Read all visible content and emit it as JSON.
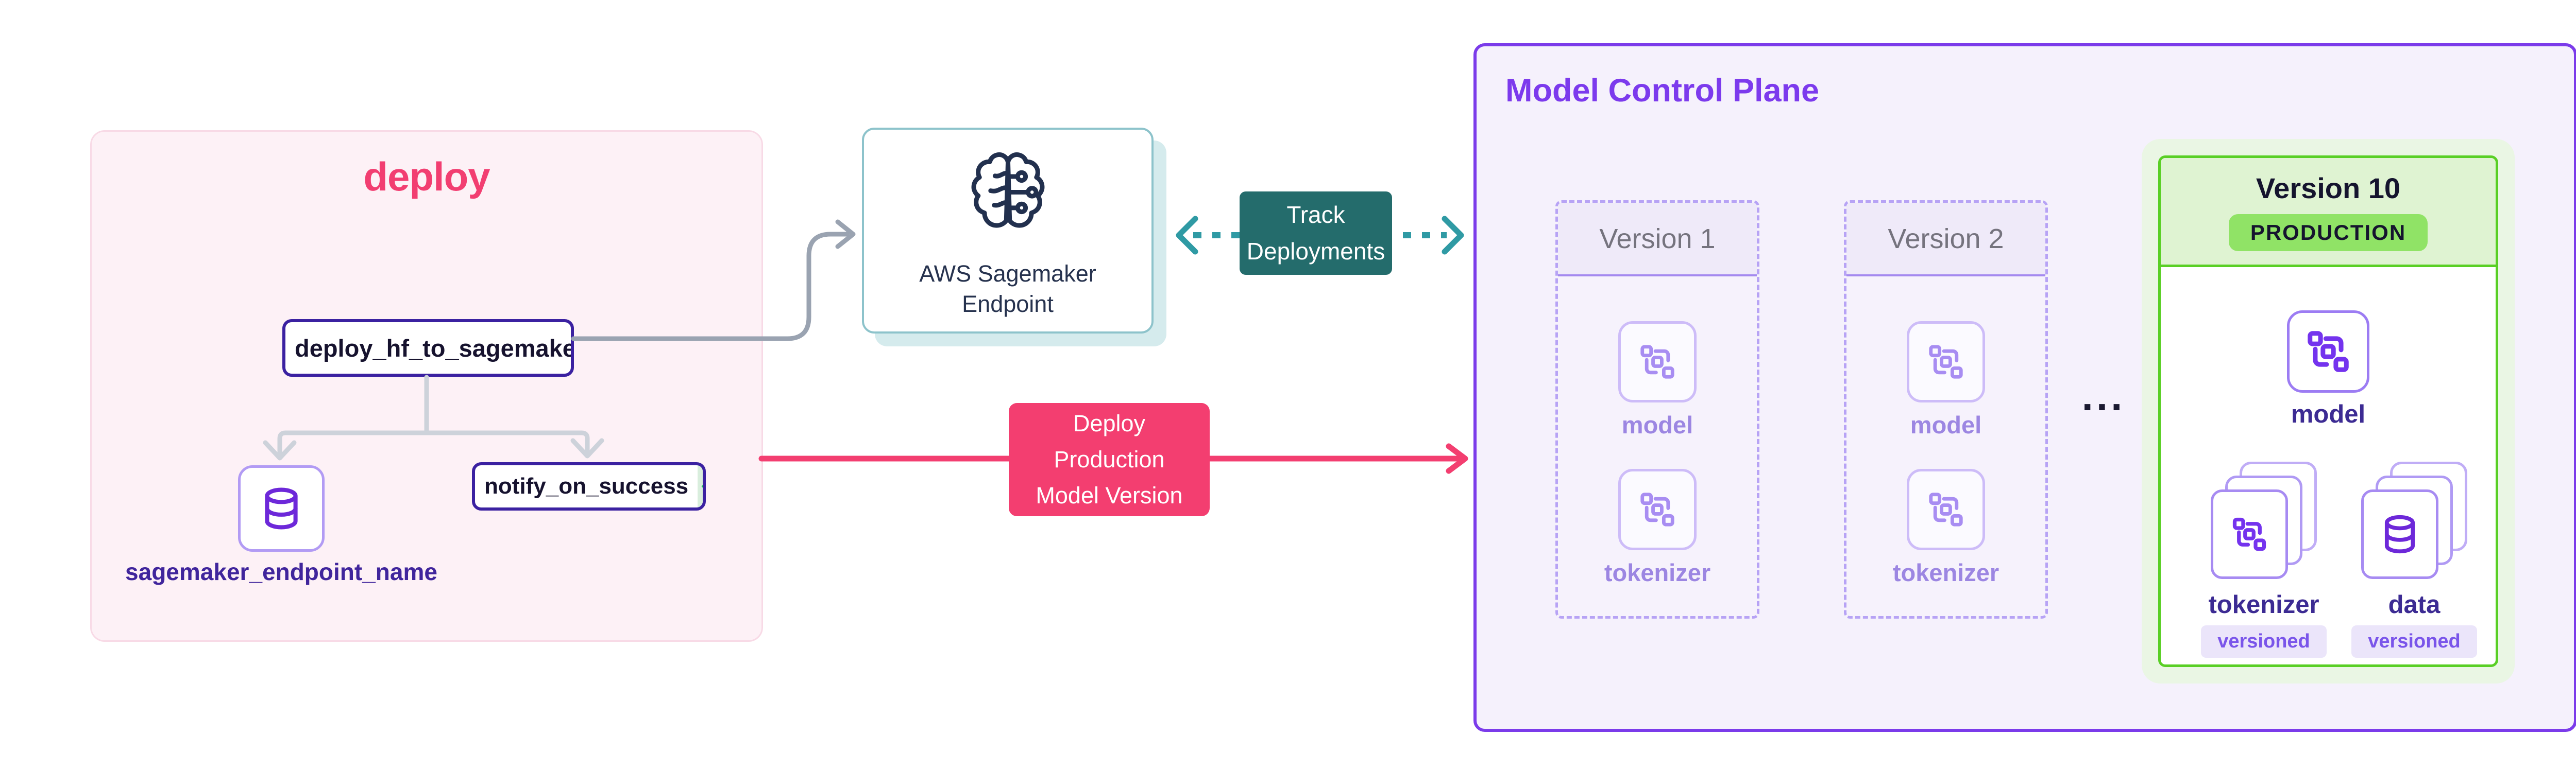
{
  "deploy_panel": {
    "title": "deploy",
    "steps": [
      {
        "label": "deploy_hf_to_sagemaker"
      },
      {
        "label": "notify_on_success"
      }
    ],
    "artifact_label": "sagemaker_endpoint_name"
  },
  "aws_card": {
    "line1": "AWS Sagemaker",
    "line2": "Endpoint"
  },
  "track_badge": {
    "line1": "Track",
    "line2": "Deployments"
  },
  "deploy_badge": {
    "line1": "Deploy",
    "line2": "Production",
    "line3": "Model Version"
  },
  "mcp": {
    "title": "Model Control Plane",
    "versions": [
      {
        "name": "Version 1",
        "items": [
          {
            "label": "model"
          },
          {
            "label": "tokenizer"
          }
        ]
      },
      {
        "name": "Version 2",
        "items": [
          {
            "label": "model"
          },
          {
            "label": "tokenizer"
          }
        ]
      }
    ],
    "ellipsis": "...",
    "production": {
      "name": "Version 10",
      "badge": "PRODUCTION",
      "items": [
        {
          "label": "model"
        },
        {
          "label": "tokenizer",
          "badge": "versioned"
        },
        {
          "label": "data",
          "badge": "versioned"
        }
      ]
    }
  },
  "colors": {
    "pink": "#f33e70",
    "deploy_panel_bg": "#fdf1f6",
    "node_border": "#3b21a1",
    "cache_green": "#1fc55e",
    "teal_badge": "#246c6c",
    "teal_dash": "#2f9aa4",
    "mcp_purple": "#7b3bea",
    "production_green": "#59cf25",
    "icon_violet": "#7433ee",
    "gray_connector": "#9aa3b1"
  }
}
